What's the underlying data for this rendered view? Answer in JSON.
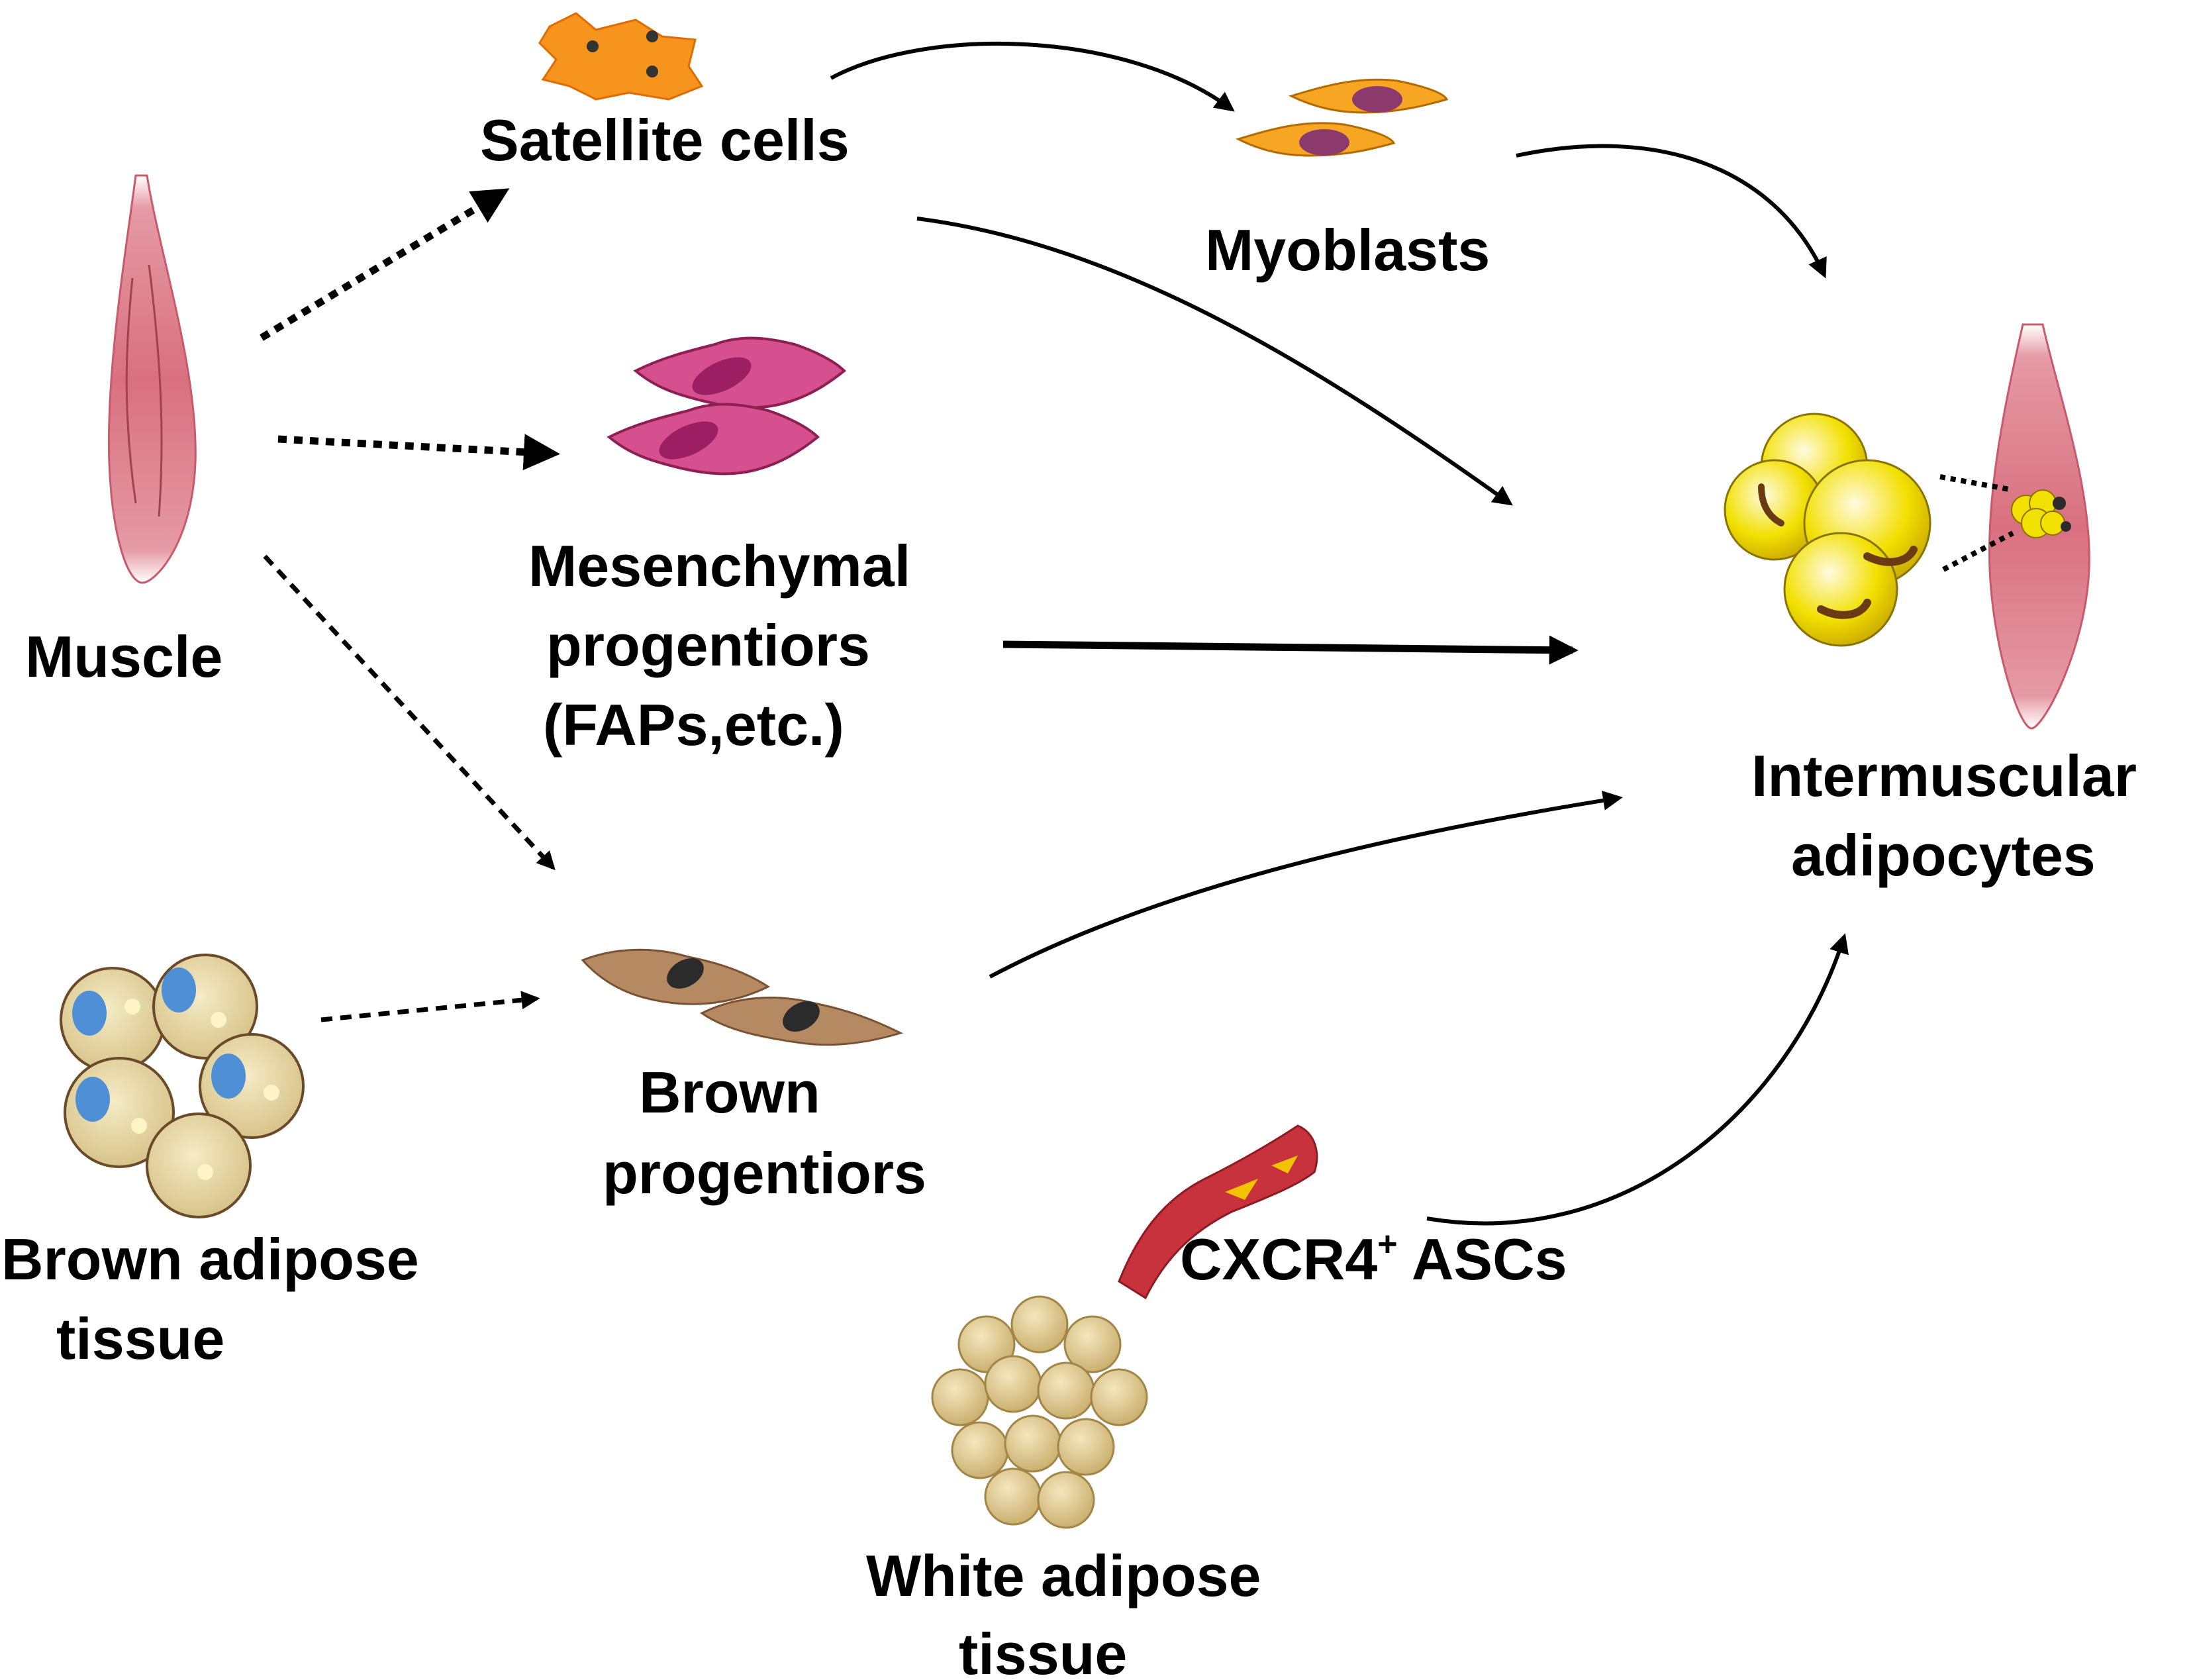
{
  "nodes": {
    "muscle": {
      "label": "Muscle"
    },
    "satellite_cells": {
      "label": "Satellite cells"
    },
    "myoblasts": {
      "label": "Myoblasts"
    },
    "mesenchymal": {
      "line1": "Mesenchymal",
      "line2": "progentiors",
      "line3": "(FAPs,etc.)"
    },
    "brown_progenitors": {
      "line1": "Brown",
      "line2": "progentiors"
    },
    "brown_adipose": {
      "line1": "Brown adipose",
      "line2": "tissue"
    },
    "white_adipose": {
      "line1": "White adipose",
      "line2": "tissue"
    },
    "cxcr4": {
      "base": "CXCR4",
      "sup": "+",
      "rest": " ASCs"
    },
    "intermuscular": {
      "line1": "Intermuscular",
      "line2": "adipocytes"
    }
  },
  "edges": [
    {
      "from": "muscle",
      "to": "satellite_cells",
      "style": "dotted"
    },
    {
      "from": "muscle",
      "to": "mesenchymal",
      "style": "dotted"
    },
    {
      "from": "muscle",
      "to": "brown_progenitors",
      "style": "dashed"
    },
    {
      "from": "brown_adipose",
      "to": "brown_progenitors",
      "style": "dashed"
    },
    {
      "from": "satellite_cells",
      "to": "myoblasts",
      "style": "solid"
    },
    {
      "from": "myoblasts",
      "to": "intermuscular",
      "style": "solid"
    },
    {
      "from": "satellite_cells",
      "to": "intermuscular",
      "style": "solid"
    },
    {
      "from": "mesenchymal",
      "to": "intermuscular",
      "style": "solid-thick"
    },
    {
      "from": "brown_progenitors",
      "to": "intermuscular",
      "style": "solid"
    },
    {
      "from": "cxcr4",
      "to": "intermuscular",
      "style": "solid"
    }
  ],
  "colors": {
    "muscle": "#d9707f",
    "satellite": "#f7941d",
    "myoblast": "#f6a623",
    "mesenchymal": "#d64f8e",
    "brown_cell": "#b58a63",
    "brown_tissue": "#e8d9a6",
    "white_fat": "#e3cd8b",
    "adipocyte": "#f2e000",
    "vessel": "#c8323c"
  }
}
